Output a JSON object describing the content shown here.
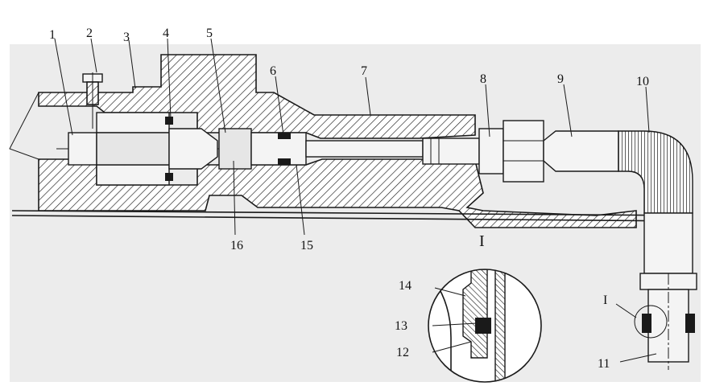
{
  "callouts": [
    {
      "id": "1",
      "text": "1"
    },
    {
      "id": "2",
      "text": "2"
    },
    {
      "id": "3",
      "text": "3"
    },
    {
      "id": "4",
      "text": "4"
    },
    {
      "id": "5",
      "text": "5"
    },
    {
      "id": "6",
      "text": "6"
    },
    {
      "id": "7",
      "text": "7"
    },
    {
      "id": "8",
      "text": "8"
    },
    {
      "id": "9",
      "text": "9"
    },
    {
      "id": "10",
      "text": "10"
    },
    {
      "id": "11",
      "text": "11"
    },
    {
      "id": "12",
      "text": "12"
    },
    {
      "id": "13",
      "text": "13"
    },
    {
      "id": "14",
      "text": "14"
    },
    {
      "id": "15",
      "text": "15"
    },
    {
      "id": "16",
      "text": "16"
    }
  ],
  "detail": {
    "view_label": "I",
    "marker_label": "I"
  }
}
